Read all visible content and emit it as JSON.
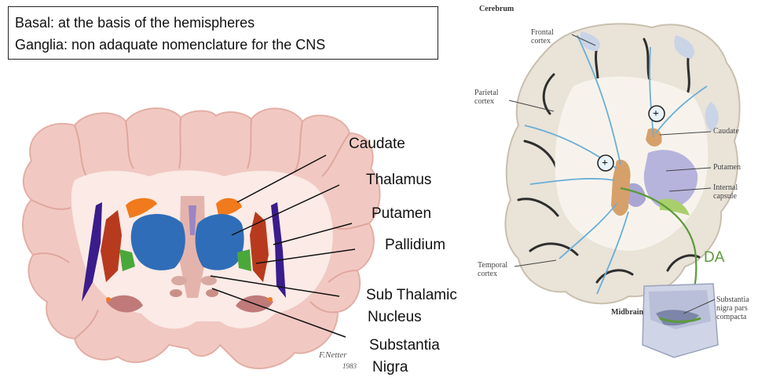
{
  "definition": {
    "line1": "Basal: at the basis of the hemispheres",
    "line2": "Ganglia: non adaquate nomenclature for the CNS"
  },
  "left_labels": {
    "caudate": "Caudate",
    "thalamus": "Thalamus",
    "putamen": "Putamen",
    "pallidium": "Pallidium",
    "sub_thalamic_1": "Sub Thalamic",
    "sub_thalamic_2": "Nucleus",
    "substantia_1": "Substantia",
    "substantia_2": "Nigra"
  },
  "right_labels": {
    "cerebrum": "Cerebrum",
    "frontal_1": "Frontal",
    "frontal_2": "cortex",
    "parietal_1": "Parietal",
    "parietal_2": "cortex",
    "caudate": "Caudate",
    "putamen": "Putamen",
    "internal_1": "Internal",
    "internal_2": "capsule",
    "temporal_1": "Temporal",
    "temporal_2": "cortex",
    "midbrain": "Midbrain",
    "snc_1": "Substantia",
    "snc_2": "nigra pars",
    "snc_3": "compacta",
    "da": "DA",
    "plus": "+"
  },
  "colors": {
    "cortex": "#f1c9c2",
    "white_matter": "#fbeae6",
    "caudate_left": "#f07a1c",
    "thalamus_left": "#2f6db8",
    "putamen_left": "#b83a1e",
    "pallidum_left": "#4aa83a",
    "insula_left": "#3a1c8c",
    "da_path": "#5c9a3a",
    "pathway_blue": "#6aaed6",
    "putamen_right": "#b6b3dc",
    "caudate_right": "#d6a06a"
  },
  "signature": {
    "name": "F.Netter",
    "year": "1983"
  }
}
